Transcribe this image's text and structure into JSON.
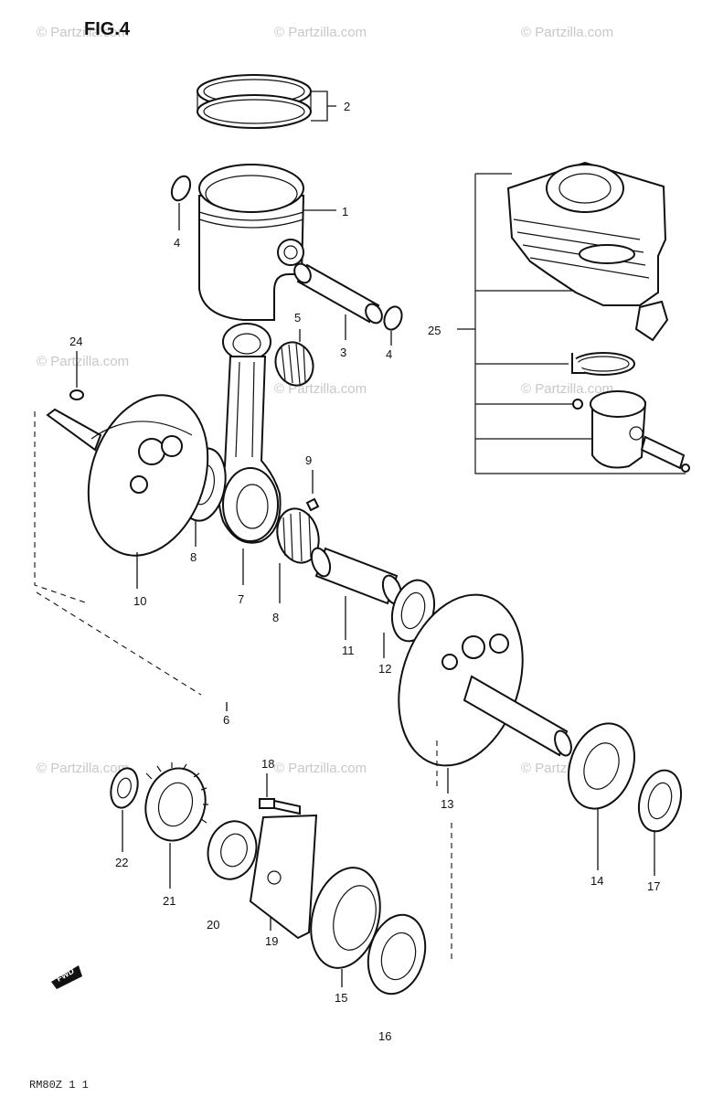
{
  "figure": {
    "title": "FIG.4"
  },
  "watermark": {
    "text": "© Partzilla.com"
  },
  "footer": {
    "code": "RM80Z 1 1"
  },
  "front_marker": {
    "text": "FWD"
  },
  "callouts": [
    {
      "id": "c1",
      "label": "1"
    },
    {
      "id": "c2",
      "label": "2"
    },
    {
      "id": "c3",
      "label": "3"
    },
    {
      "id": "c4a",
      "label": "4"
    },
    {
      "id": "c4b",
      "label": "4"
    },
    {
      "id": "c5",
      "label": "5"
    },
    {
      "id": "c6",
      "label": "6"
    },
    {
      "id": "c7",
      "label": "7"
    },
    {
      "id": "c8a",
      "label": "8"
    },
    {
      "id": "c8b",
      "label": "8"
    },
    {
      "id": "c9",
      "label": "9"
    },
    {
      "id": "c10",
      "label": "10"
    },
    {
      "id": "c11",
      "label": "11"
    },
    {
      "id": "c12",
      "label": "12"
    },
    {
      "id": "c13",
      "label": "13"
    },
    {
      "id": "c14",
      "label": "14"
    },
    {
      "id": "c15",
      "label": "15"
    },
    {
      "id": "c16",
      "label": "16"
    },
    {
      "id": "c17",
      "label": "17"
    },
    {
      "id": "c18",
      "label": "18"
    },
    {
      "id": "c19",
      "label": "19"
    },
    {
      "id": "c20",
      "label": "20"
    },
    {
      "id": "c21",
      "label": "21"
    },
    {
      "id": "c22",
      "label": "22"
    },
    {
      "id": "c24",
      "label": "24"
    },
    {
      "id": "c25",
      "label": "25"
    }
  ]
}
